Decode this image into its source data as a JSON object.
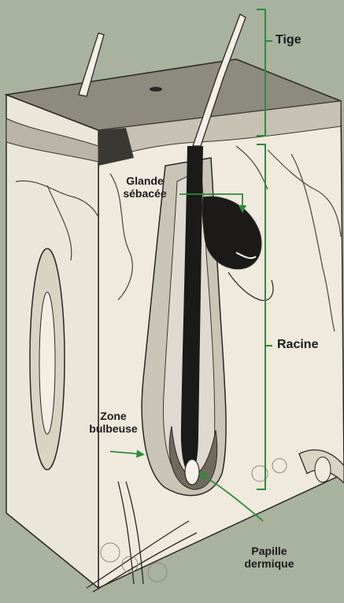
{
  "labels": {
    "tige": "Tige",
    "racine": "Racine",
    "glande_line1": "Glande",
    "glande_line2": "sébacée",
    "zone_line1": "Zone",
    "zone_line2": "bulbeuse",
    "papille_line1": "Papille",
    "papille_line2": "dermique"
  },
  "colors": {
    "background": "#a9b19f",
    "bracket_green": "#2e8b3a",
    "skin_top": "#8d8b80",
    "epidermis": "#6e6a5e",
    "dermis": "#f1ece2",
    "hair_dark": "#1c1a18",
    "follicle": "#c8c4b6",
    "ink": "#2a2824"
  }
}
